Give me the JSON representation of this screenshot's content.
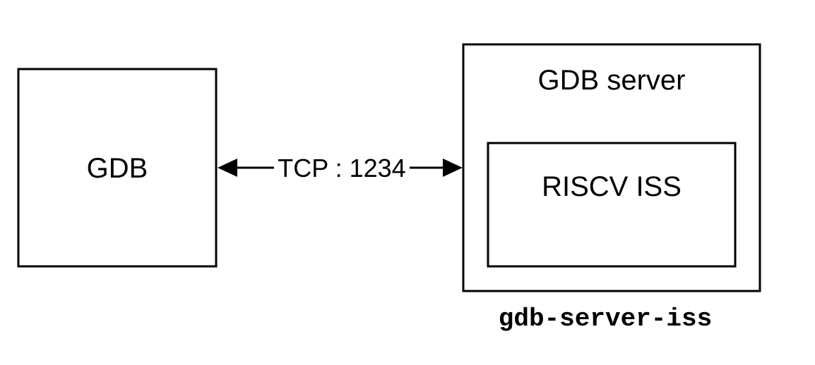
{
  "diagram": {
    "client_box": {
      "label": "GDB"
    },
    "connection": {
      "label": "TCP : 1234"
    },
    "server_box": {
      "label": "GDB server",
      "inner_box": {
        "label": "RISCV ISS"
      }
    },
    "caption": "gdb-server-iss"
  }
}
